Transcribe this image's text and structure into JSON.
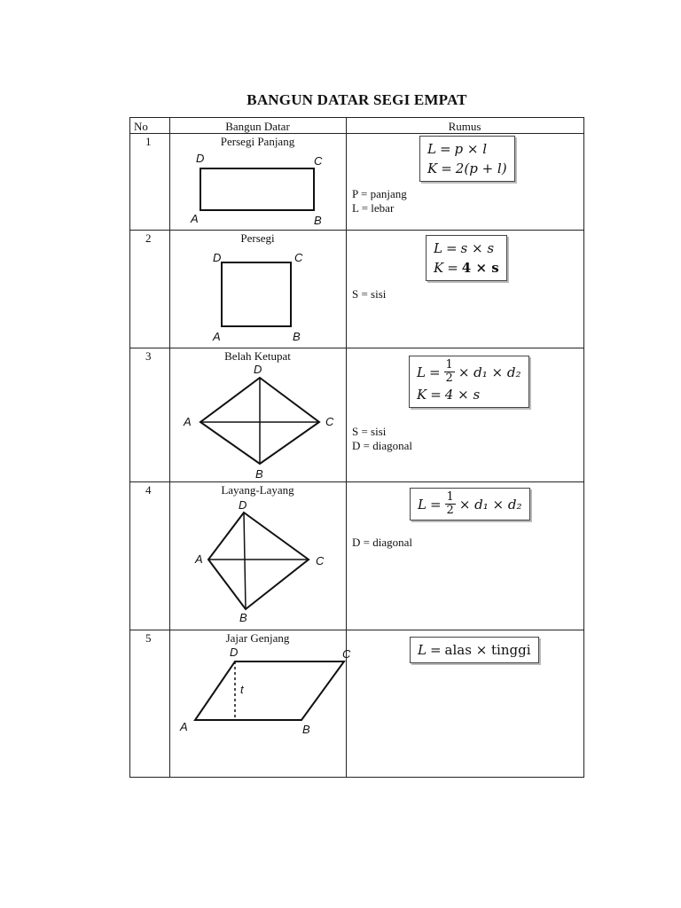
{
  "title": "BANGUN DATAR SEGI EMPAT",
  "headers": {
    "no": "No",
    "bangun": "Bangun Datar",
    "rumus": "Rumus"
  },
  "rows": [
    {
      "no": "1",
      "name": "Persegi Panjang",
      "vertices": {
        "a": "A",
        "b": "B",
        "c": "C",
        "d": "D"
      },
      "formula": {
        "line1_lhs": "L",
        "line1_rhs": "p × l",
        "line2_lhs": "K",
        "line2_rhs": "2(p + l)"
      },
      "desc": [
        "P = panjang",
        "L = lebar"
      ]
    },
    {
      "no": "2",
      "name": "Persegi",
      "vertices": {
        "a": "A",
        "b": "B",
        "c": "C",
        "d": "D"
      },
      "formula": {
        "line1_lhs": "L",
        "line1_rhs": "s × s",
        "line2_lhs": "K",
        "line2_rhs": "4 × s"
      },
      "desc": [
        "S = sisi"
      ]
    },
    {
      "no": "3",
      "name": "Belah Ketupat",
      "vertices": {
        "a": "A",
        "b": "B",
        "c": "C",
        "d": "D"
      },
      "formula": {
        "line1_lhs": "L",
        "frac_num": "1",
        "frac_den": "2",
        "line1_rhs": "× d₁ × d₂",
        "line2_lhs": "K",
        "line2_rhs": "4 × s"
      },
      "desc": [
        "S = sisi",
        "D = diagonal"
      ]
    },
    {
      "no": "4",
      "name": "Layang-Layang",
      "vertices": {
        "a": "A",
        "b": "B",
        "c": "C",
        "d": "D"
      },
      "formula": {
        "line1_lhs": "L",
        "frac_num": "1",
        "frac_den": "2",
        "line1_rhs": "× d₁ × d₂"
      },
      "desc": [
        "D = diagonal"
      ]
    },
    {
      "no": "5",
      "name": "Jajar Genjang",
      "vertices": {
        "a": "A",
        "b": "B",
        "c": "C",
        "d": "D",
        "t": "t"
      },
      "formula": {
        "line1_lhs": "L",
        "line1_rhs": "alas × tinggi"
      },
      "desc": []
    }
  ]
}
